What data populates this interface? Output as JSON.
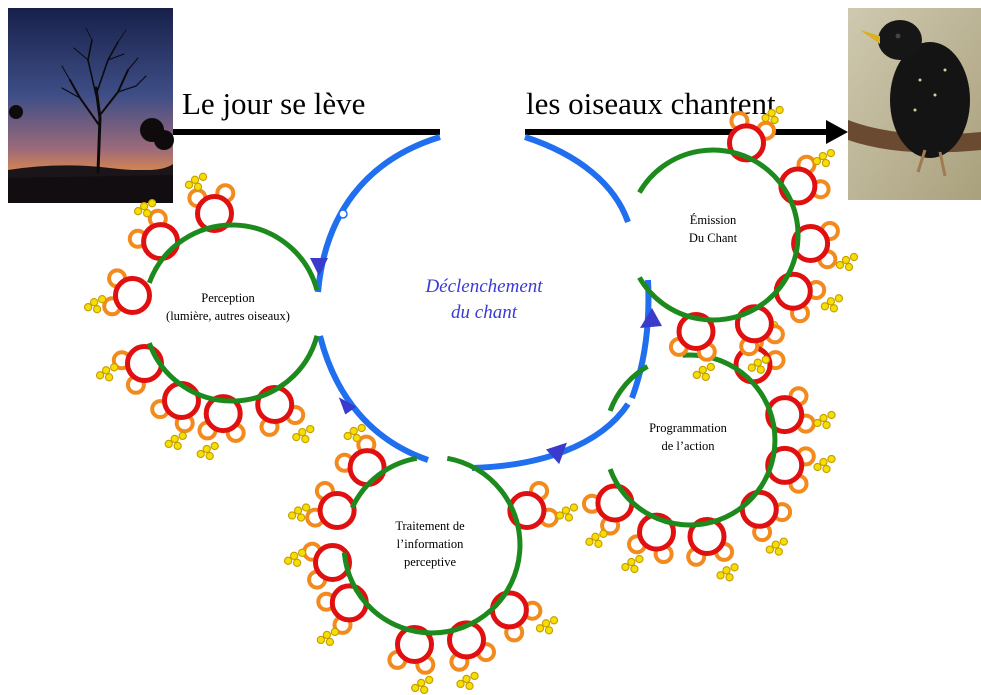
{
  "header": {
    "left_text": "Le jour se lève",
    "right_text": "les oiseaux chantent",
    "left_image_icon": "sunrise-silhouette-icon",
    "right_image_icon": "starling-bird-icon"
  },
  "center": {
    "line1": "Déclenchement",
    "line2": "du chant"
  },
  "nodes": {
    "perception": {
      "line1": "Perception",
      "line2": "(lumière, autres oiseaux)"
    },
    "traitement": {
      "line1": "Traitement de",
      "line2": "l’information",
      "line3": "perceptive"
    },
    "programmation": {
      "line1": "Programmation",
      "line2": "de l’action"
    },
    "emission": {
      "line1": "Émission",
      "line2": "Du Chant"
    }
  },
  "colors": {
    "cycle_arrow": "#1f6fef",
    "arrowhead": "#3a3acc",
    "ring": "#1d8a1d",
    "loop_red": "#e01010",
    "loop_orange": "#f28a1e",
    "dot_fill": "#f4e000",
    "dot_stroke": "#c89a00",
    "center_text": "#3a3ad6"
  }
}
